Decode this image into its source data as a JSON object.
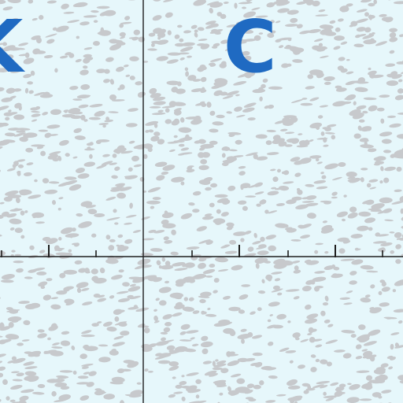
{
  "map": {
    "background_color": "#e6f7fb",
    "texture_color": "#c7c9cc",
    "grid_line_color": "#1e1e1e",
    "label_color": "#1f6ac2",
    "labels": {
      "cell_right": "C",
      "cell_left": "K"
    }
  },
  "icons": {
    "texture": "snow-ice-stipple-pattern"
  }
}
